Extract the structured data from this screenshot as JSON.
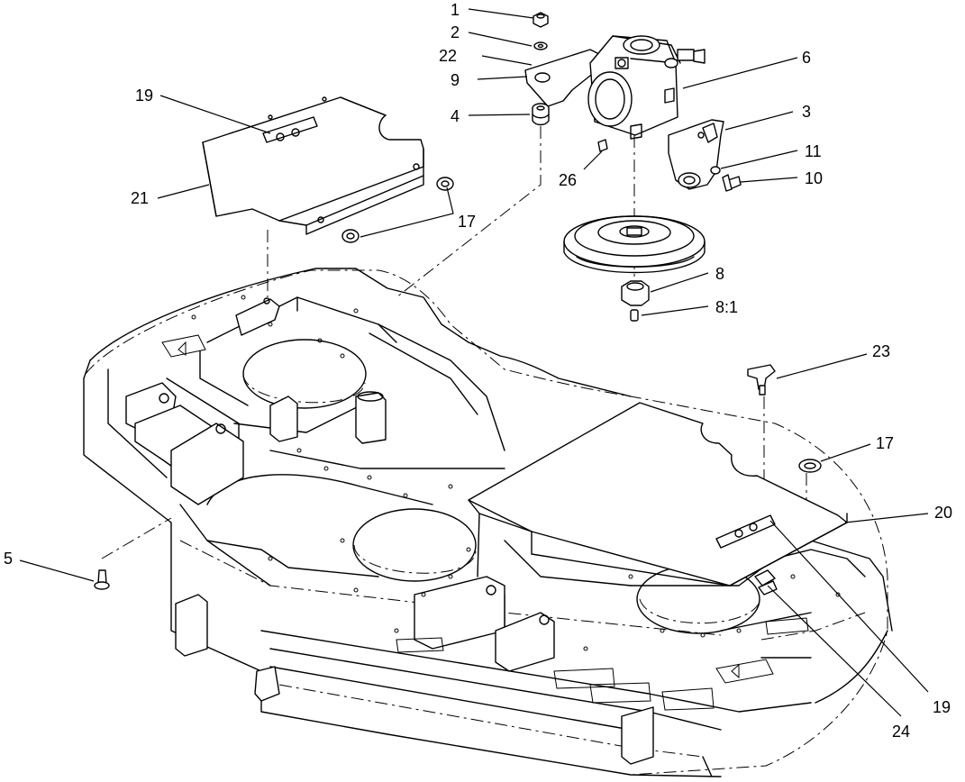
{
  "callouts": [
    {
      "id": "c1",
      "text": "1"
    },
    {
      "id": "c2",
      "text": "2"
    },
    {
      "id": "c22",
      "text": "22"
    },
    {
      "id": "c9",
      "text": "9"
    },
    {
      "id": "c4",
      "text": "4"
    },
    {
      "id": "c6",
      "text": "6"
    },
    {
      "id": "c3",
      "text": "3"
    },
    {
      "id": "c11",
      "text": "11"
    },
    {
      "id": "c10",
      "text": "10"
    },
    {
      "id": "c26",
      "text": "26"
    },
    {
      "id": "c19a",
      "text": "19"
    },
    {
      "id": "c21",
      "text": "21"
    },
    {
      "id": "c17a",
      "text": "17"
    },
    {
      "id": "c8",
      "text": "8"
    },
    {
      "id": "c81",
      "text": "8:1"
    },
    {
      "id": "c23",
      "text": "23"
    },
    {
      "id": "c17b",
      "text": "17"
    },
    {
      "id": "c20",
      "text": "20"
    },
    {
      "id": "c5",
      "text": "5"
    },
    {
      "id": "c19b",
      "text": "19"
    },
    {
      "id": "c24",
      "text": "24"
    }
  ]
}
